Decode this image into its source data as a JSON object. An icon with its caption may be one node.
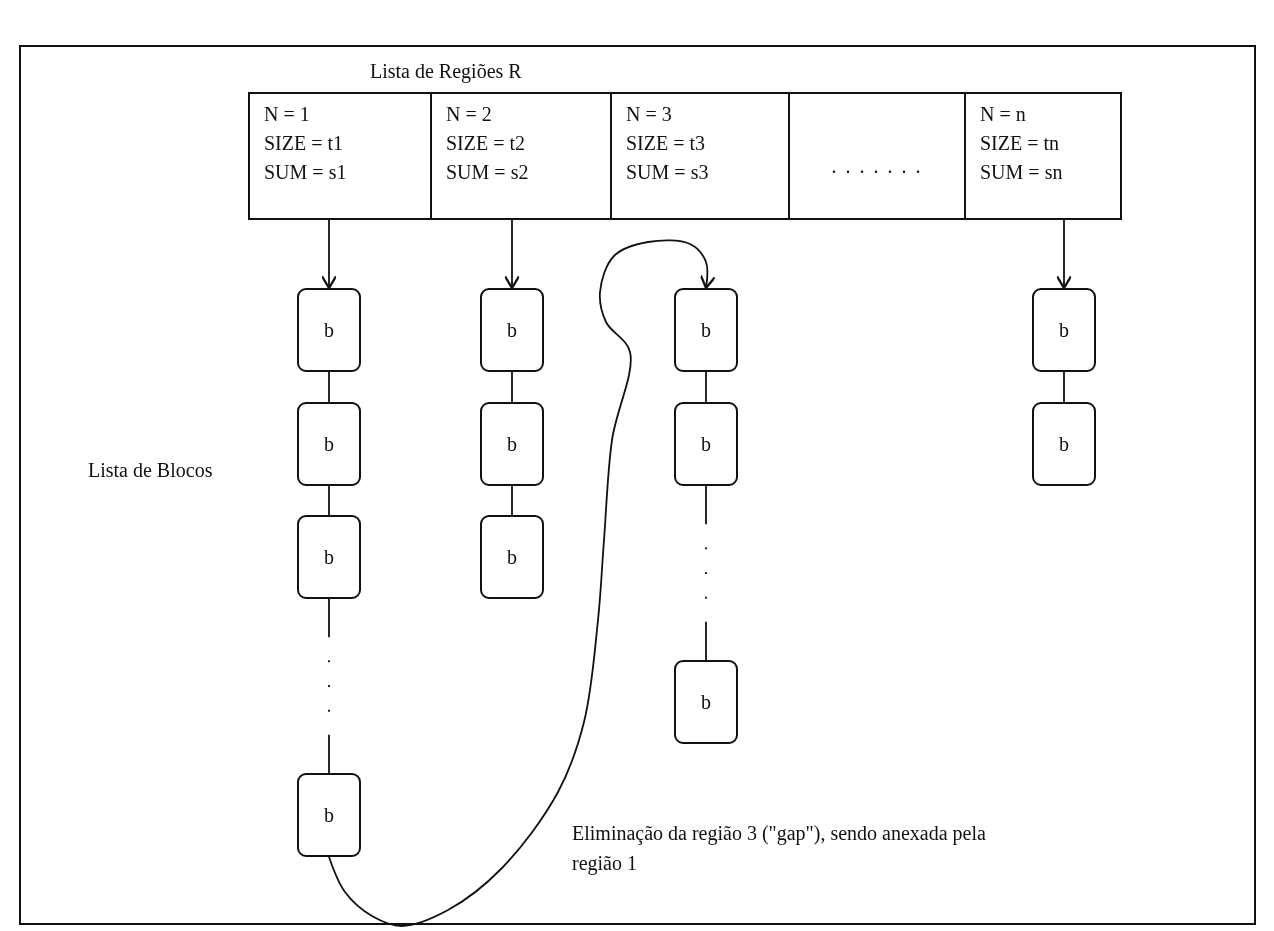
{
  "diagram": {
    "nodes": [
      {
        "text": [
          "Lista de Regiões R"
        ]
      },
      {
        "text": [
          "N = 1",
          "SIZE = t1",
          "SUM = s1"
        ],
        "in": 0
      },
      {
        "text": [
          "N = 2",
          "SIZE = t2",
          "SUM = s2"
        ],
        "in": 0
      },
      {
        "text": [
          "N = 3",
          "SIZE = t3",
          "SUM = s3"
        ],
        "in": 0
      },
      {
        "text": [
          ". . . . . . ."
        ],
        "in": 0
      },
      {
        "text": [
          "N = n",
          "SIZE = tn",
          "SUM = sn"
        ],
        "in": 0
      },
      {
        "text": [
          "b"
        ]
      },
      {
        "text": [
          "b"
        ]
      },
      {
        "text": [
          "b"
        ]
      },
      {
        "text": [
          "b"
        ]
      },
      {
        "text": [
          "b"
        ]
      },
      {
        "text": [
          "b"
        ]
      },
      {
        "text": [
          "b"
        ]
      },
      {
        "text": [
          "b"
        ]
      },
      {
        "text": [
          "b"
        ]
      },
      {
        "text": [
          "b"
        ]
      },
      {
        "text": [
          "b"
        ]
      },
      {
        "text": [
          "b"
        ]
      }
    ],
    "edges": [
      {
        "from": 1,
        "to": 6,
        "arrow": "to"
      },
      {
        "from": 2,
        "to": 10,
        "arrow": "to"
      },
      {
        "from": 5,
        "to": 16,
        "arrow": "to"
      },
      {
        "from": 6,
        "to": 7,
        "arrow": "none"
      },
      {
        "from": 7,
        "to": 8,
        "arrow": "none"
      },
      {
        "from": 8,
        "to": 9,
        "arrow": "none",
        "style": "dashed"
      },
      {
        "from": 10,
        "to": 11,
        "arrow": "none"
      },
      {
        "from": 11,
        "to": 12,
        "arrow": "none"
      },
      {
        "from": 13,
        "to": 14,
        "arrow": "none"
      },
      {
        "from": 14,
        "to": 15,
        "arrow": "none",
        "style": "dashed"
      },
      {
        "from": 16,
        "to": 17,
        "arrow": "none"
      },
      {
        "from": 9,
        "to": 13,
        "arrow": "to"
      }
    ],
    "labels": [
      "Lista de Blocos",
      "Eliminação da região 3 (\"gap\"), sendo anexada pela região 1"
    ]
  }
}
